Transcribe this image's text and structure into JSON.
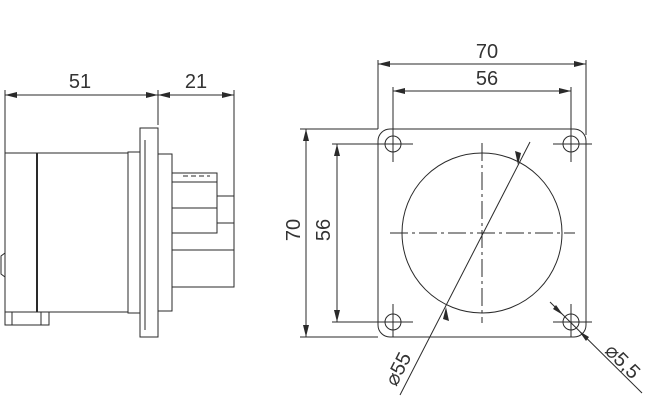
{
  "side_view": {
    "dim_body_length": "51",
    "dim_connector_length": "21"
  },
  "front_view": {
    "dim_flange_width": "70",
    "dim_hole_spacing_horizontal": "56",
    "dim_flange_height": "70",
    "dim_hole_spacing_vertical": "56",
    "dim_cutout_diameter": "⌀55",
    "dim_hole_diameter": "⌀5,5"
  }
}
